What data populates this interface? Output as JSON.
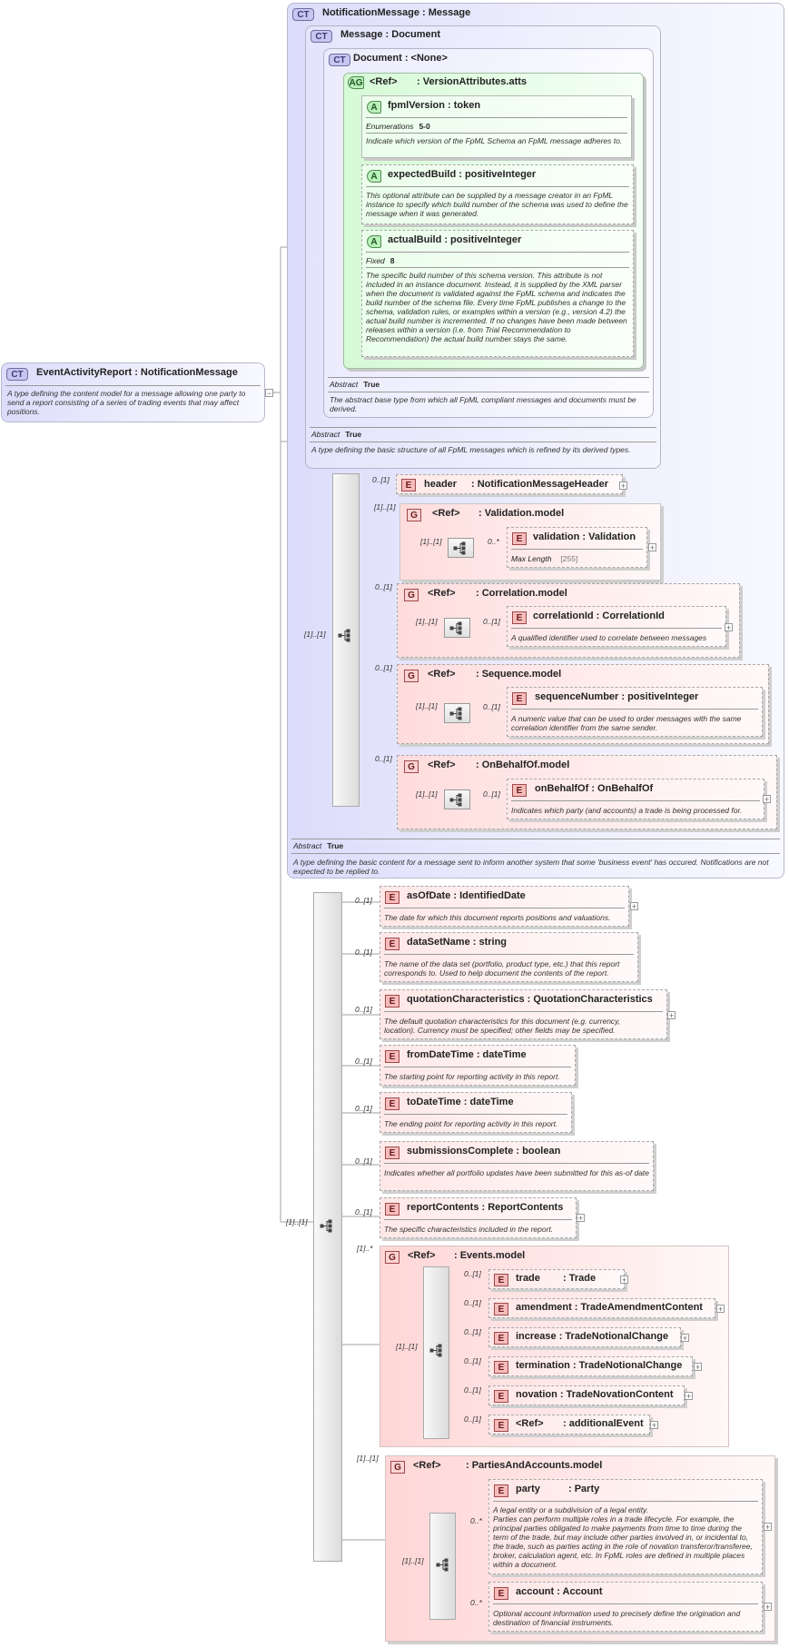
{
  "root": {
    "badge": "CT",
    "title": "EventActivityReport : NotificationMessage",
    "desc": "A type defining the content model for a message allowing one party to send a report consisting of a series of trading events that may affect positions."
  },
  "notification": {
    "badge": "CT",
    "title": "NotificationMessage : Message",
    "abstract_label": "Abstract",
    "abstract_value": "True",
    "desc": "A type defining the basic content for a message sent to inform another system that some 'business event' has occured. Notifications are not expected to be replied to."
  },
  "message": {
    "badge": "CT",
    "title": "Message : Document",
    "abstract_label": "Abstract",
    "abstract_value": "True",
    "desc": "A type defining the basic structure of all FpML messages which is refined by its derived types."
  },
  "document": {
    "badge": "CT",
    "title": "Document : <None>",
    "abstract_label": "Abstract",
    "abstract_value": "True",
    "desc": "The abstract base type from which all FpML compliant messages and documents must be derived."
  },
  "version_attrs": {
    "badge": "AG",
    "ref": "<Ref>",
    "title": ": VersionAttributes.atts",
    "attrs": [
      {
        "badge": "A",
        "title": "fpmlVersion : token",
        "prop_label": "Enumerations",
        "prop_value": "5-0",
        "desc": "Indicate which version of the FpML Schema an FpML message adheres to."
      },
      {
        "badge": "A",
        "title": "expectedBuild : positiveInteger",
        "desc": "This optional attribute can be supplied by a message creator in an FpML instance to specify which build number of the schema was used to define the message when it was generated."
      },
      {
        "badge": "A",
        "title": "actualBuild : positiveInteger",
        "prop_label": "Fixed",
        "prop_value": "8",
        "desc": "The specific build number of this schema version. This attribute is not included in an instance document. Instead, it is supplied by the XML parser when the document is validated against the FpML schema and indicates the build number of the schema file. Every time FpML publishes a change to the schema, validation rules, or examples within a version (e.g., version 4.2) the actual build number is incremented. If no changes have been made between releases within a version (i.e. from Trial Recommendation to Recommendation) the actual build number stays the same."
      }
    ]
  },
  "notif_seq": {
    "card": "[1]..[1]",
    "header": {
      "card": "0..[1]",
      "badge": "E",
      "title": "header",
      "type": ": NotificationMessageHeader"
    },
    "validation_model": {
      "card": "[1]..[1]",
      "badge": "G",
      "ref": "<Ref>",
      "title": ": Validation.model",
      "seq_card": "[1]..[1]",
      "child_card": "0..*",
      "child_badge": "E",
      "child_title": "validation : Validation",
      "prop_label": "Max Length",
      "prop_value": "[255]"
    },
    "correlation_model": {
      "card": "0..[1]",
      "badge": "G",
      "ref": "<Ref>",
      "title": ": Correlation.model",
      "seq_card": "[1]..[1]",
      "child_card": "0..[1]",
      "child_badge": "E",
      "child_title": "correlationId : CorrelationId",
      "desc": "A qualified identifier used to correlate between messages"
    },
    "sequence_model": {
      "card": "0..[1]",
      "badge": "G",
      "ref": "<Ref>",
      "title": ": Sequence.model",
      "seq_card": "[1]..[1]",
      "child_card": "0..[1]",
      "child_badge": "E",
      "child_title": "sequenceNumber : positiveInteger",
      "desc": "A numeric value that can be used to order messages with the same correlation identifier from the same sender."
    },
    "onbehalf_model": {
      "card": "0..[1]",
      "badge": "G",
      "ref": "<Ref>",
      "title": ": OnBehalfOf.model",
      "seq_card": "[1]..[1]",
      "child_card": "0..[1]",
      "child_badge": "E",
      "child_title": "onBehalfOf : OnBehalfOf",
      "desc": "Indicates which party (and accounts) a trade is being processed for."
    }
  },
  "main_seq": {
    "card": "[1]..[1]",
    "elements": [
      {
        "card": "0..[1]",
        "badge": "E",
        "title": "asOfDate : IdentifiedDate",
        "desc": "The date for which this document reports positions and valuations."
      },
      {
        "card": "0..[1]",
        "badge": "E",
        "title": "dataSetName : string",
        "desc": "The name of the data set (portfolio, product type, etc.) that this report corresponds to. Used to help document the contents of the report."
      },
      {
        "card": "0..[1]",
        "badge": "E",
        "title": "quotationCharacteristics : QuotationCharacteristics",
        "desc": "The default quotation characteristics for this document (e.g. currency, location). Currency must be specified; other fields may be specified."
      },
      {
        "card": "0..[1]",
        "badge": "E",
        "title": "fromDateTime : dateTime",
        "desc": "The starting point for reporting activity in this report."
      },
      {
        "card": "0..[1]",
        "badge": "E",
        "title": "toDateTime : dateTime",
        "desc": "The ending point for reporting activity in this report."
      },
      {
        "card": "0..[1]",
        "badge": "E",
        "title": "submissionsComplete : boolean",
        "desc": "Indicates whether all portfolio updates have been submitted for this as-of date"
      },
      {
        "card": "0..[1]",
        "badge": "E",
        "title": "reportContents : ReportContents",
        "desc": "The specific characteristics included in the report."
      }
    ],
    "events_model": {
      "card": "[1]..*",
      "badge": "G",
      "ref": "<Ref>",
      "title": ": Events.model",
      "seq_card": "[1]..[1]",
      "items": [
        {
          "card": "0..[1]",
          "badge": "E",
          "title": "trade",
          "type": ": Trade"
        },
        {
          "card": "0..[1]",
          "badge": "E",
          "title": "amendment : TradeAmendmentContent"
        },
        {
          "card": "0..[1]",
          "badge": "E",
          "title": "increase : TradeNotionalChange"
        },
        {
          "card": "0..[1]",
          "badge": "E",
          "title": "termination : TradeNotionalChange"
        },
        {
          "card": "0..[1]",
          "badge": "E",
          "title": "novation : TradeNovationContent"
        },
        {
          "card": "0..[1]",
          "badge": "E",
          "title": "<Ref>",
          "type": ": additionalEvent"
        }
      ]
    },
    "parties_model": {
      "card": "[1]..[1]",
      "badge": "G",
      "ref": "<Ref>",
      "title": ": PartiesAndAccounts.model",
      "seq_card": "[1]..[1]",
      "party": {
        "card": "0..*",
        "badge": "E",
        "title": "party",
        "type": ": Party",
        "desc": "A legal entity or a subdivision of a legal entity.\nParties can perform multiple roles in a trade lifecycle. For example, the principal parties obligated to make payments from time to time during the term of the trade, but may include other parties involved in, or incidental to, the trade, such as parties acting in the role of novation transferor/transferee, broker, calculation agent, etc. In FpML roles are defined in multiple places within a document."
      },
      "account": {
        "card": "0..*",
        "badge": "E",
        "title": "account : Account",
        "desc": "Optional account information used to precisely define the origination and destination of financial instruments."
      }
    }
  }
}
